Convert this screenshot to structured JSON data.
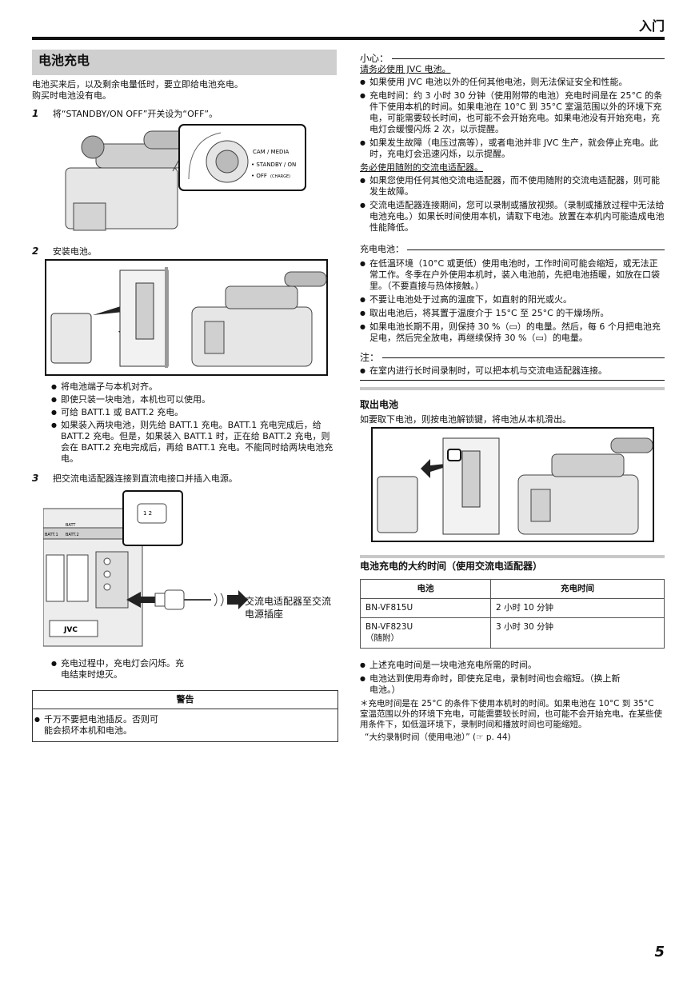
{
  "header": {
    "chapter": "入门"
  },
  "footer": {
    "page_number": "5"
  },
  "left": {
    "title": "电池充电",
    "intro": [
      "电池买来后，以及剩余电量低时，要立即给电池充电。",
      "购买时电池没有电。"
    ],
    "step1": {
      "num": "1",
      "text": "将“STANDBY/ON OFF”开关设为“OFF”。"
    },
    "fig1_labels": [
      "CAM / MEDIA",
      "• STANDBY / ON",
      "• OFF",
      "(CHARGE)"
    ],
    "step2": {
      "num": "2",
      "text": "安装电池。"
    },
    "step2_bullets": [
      "将电池端子与本机对齐。",
      "即使只装一块电池，本机也可以使用。",
      "可给 BATT.1 或 BATT.2 充电。",
      "如果装入两块电池，则先给 BATT.1 充电。BATT.1 充电完成后，给 BATT.2 充电。但是，如果装入 BATT.1 时，正在给 BATT.2 充电，则会在 BATT.2 充电完成后，再给 BATT.1 充电。不能同时给两块电池充电。"
    ],
    "step3": {
      "num": "3",
      "text": "把交流电适配器连接到直流电接口并插入电源。"
    },
    "fig3_labels": {
      "callout": "交流电适配器至交流电源插座",
      "batt_label": "BATT",
      "batt_left": "BATT.1",
      "batt_right": "BATT.2",
      "jvc": "JVC",
      "ports": "1  2"
    },
    "step3_bullets": [
      "充电过程中，充电灯会闪烁。充电结束时熄灭。"
    ],
    "warning": {
      "title": "警告",
      "bullets": [
        "千万不要把电池插反。否则可能会损坏本机和电池。"
      ]
    }
  },
  "right": {
    "caution_title": "小心：",
    "caution_sub1": "请务必使用 JVC 电池。",
    "caution_bullets1": [
      "如果使用 JVC 电池以外的任何其他电池，则无法保证安全和性能。",
      "充电时间：约 3 小时 30 分钟（使用附带的电池）充电时间是在 25°C 的条件下使用本机的时间。如果电池在 10°C 到 35°C 室温范围以外的环境下充电，可能需要较长时间，也可能不会开始充电。如果电池没有开始充电，充电灯会缓慢闪烁 2 次，以示提醒。",
      "如果发生故障（电压过高等），或者电池并非 JVC 生产，就会停止充电。此时，充电灯会迅速闪烁，以示提醒。"
    ],
    "caution_sub2": "务必使用随附的交流电适配器。",
    "caution_bullets2": [
      "如果您使用任何其他交流电适配器，而不使用随附的交流电适配器，则可能发生故障。",
      "交流电适配器连接期间，您可以录制或播放视频。（录制或播放过程中无法给电池充电。）如果长时间使用本机，请取下电池。放置在本机内可能造成电池性能降低。"
    ],
    "charge_title": "充电电池：",
    "charge_bullets": [
      "在低温环境（10°C 或更低）使用电池时，工作时间可能会缩短，或无法正常工作。冬季在户外使用本机时，装入电池前，先把电池捂暖，如放在口袋里。（不要直接与热体接触。）",
      "不要让电池处于过高的温度下，如直射的阳光或火。",
      "取出电池后，将其置于温度介于 15°C 至 25°C 的干燥场所。",
      "如果电池长期不用，则保持 30 %（▭）的电量。然后，每 6 个月把电池充足电，然后完全放电，再继续保持 30 %（▭）的电量。"
    ],
    "note_title": "注：",
    "note_bullets": [
      "在室内进行长时间录制时，可以把本机与交流电适配器连接。"
    ],
    "remove_title": "取出电池",
    "remove_text": "如要取下电池，则按电池解锁键，将电池从本机滑出。",
    "table_title": "电池充电的大约时间（使用交流电适配器）",
    "table": {
      "headers": [
        "电池",
        "充电时间"
      ],
      "rows": [
        {
          "battery": "BN-VF815U",
          "battery_note": "",
          "time": "2 小时 10 分钟"
        },
        {
          "battery": "BN-VF823U",
          "battery_note": "（随附）",
          "time": "3 小时 30 分钟"
        }
      ]
    },
    "table_bullets": [
      "上述充电时间是一块电池充电所需的时间。",
      "电池达到使用寿命时，即使充足电，录制时间也会缩短。（换上新电池。）"
    ],
    "footnote": "＊充电时间是在 25°C 的条件下使用本机时的时间。如果电池在 10°C 到 35°C 室温范围以外的环境下充电，可能需要较长时间，也可能不会开始充电。在某些使用条件下，如低温环境下，录制时间和播放时间也可能缩短。",
    "footnote_link": "“大约录制时间（使用电池）” (☞ p. 44)"
  }
}
